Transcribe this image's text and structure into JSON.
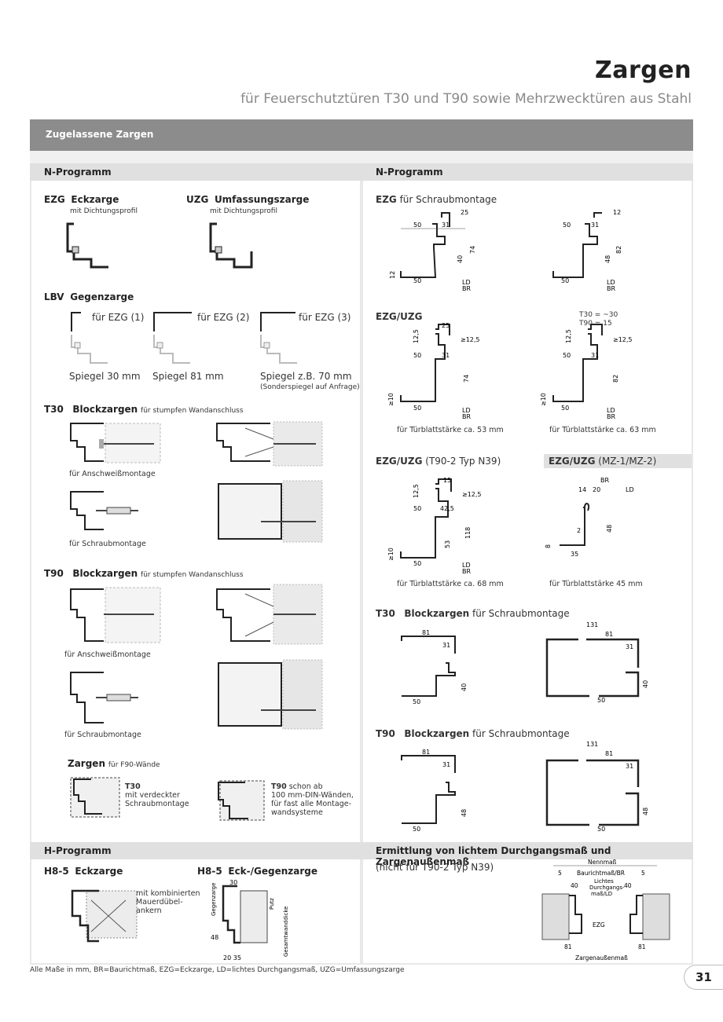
{
  "header": {
    "title": "Zargen",
    "subtitle": "für Feuerschutztüren T30 und T90 sowie Mehrzwecktüren aus Stahl"
  },
  "banner": "Zugelassene Zargen",
  "left": {
    "head": "N-Programm",
    "ezg": {
      "code": "EZG",
      "name": "Eckzarge",
      "note": "mit Dichtungsprofil"
    },
    "uzg": {
      "code": "UZG",
      "name": "Umfassungszarge",
      "note": "mit Dichtungsprofil"
    },
    "lbv": {
      "code": "LBV",
      "name": "Gegenzarge"
    },
    "lbv_items": [
      {
        "fuer": "für EZG (1)",
        "spiegel": "Spiegel 30 mm"
      },
      {
        "fuer": "für EZG (2)",
        "spiegel": "Spiegel 81 mm"
      },
      {
        "fuer": "für EZG (3)",
        "spiegel": "Spiegel z.B. 70 mm"
      }
    ],
    "sonderspiegel": "(Sonderspiegel auf Anfrage)",
    "t30": {
      "code": "T30",
      "name": "Blockzargen",
      "note": "für stumpfen Wandanschluss"
    },
    "t30_caps": [
      "für Anschweißmontage",
      "für Schraubmontage"
    ],
    "t90": {
      "code": "T90",
      "name": "Blockzargen",
      "note": "für stumpfen Wandanschluss"
    },
    "t90_caps": [
      "für Anschweißmontage",
      "für Schraubmontage"
    ],
    "f90": {
      "name": "Zargen",
      "note": "für F90-Wände"
    },
    "f90_t30": {
      "code": "T30",
      "l1": "mit verdeckter",
      "l2": "Schraubmontage"
    },
    "f90_t90": {
      "code": "T90",
      "after": "schon ab",
      "l1": "100 mm-DIN-Wänden,",
      "l2": "für fast alle Montage-",
      "l3": "wandsysteme"
    },
    "hhead": "H-Programm",
    "h85a": {
      "code": "H8-5",
      "name": "Eckzarge",
      "l1": "mit kombinierten",
      "l2": "Mauerdübel-",
      "l3": "ankern"
    },
    "h85b": {
      "code": "H8-5",
      "name": "Eck-/Gegenzarge"
    }
  },
  "right": {
    "head": "N-Programm",
    "ezg": {
      "code": "EZG",
      "note": "für Schraubmontage"
    },
    "ezg_uzg": {
      "code": "EZG/UZG"
    },
    "ezg_uzg_caps": [
      "für Türblattstärke ca. 53 mm",
      "für Türblattstärke ca. 63 mm"
    ],
    "ezg_t90": {
      "code": "EZG/UZG",
      "note": "(T90-2 Typ N39)"
    },
    "ezg_mz": {
      "code": "EZG/UZG",
      "note": "(MZ-1/MZ-2)"
    },
    "ezg_t90_caps": [
      "für Türblattstärke ca. 68 mm",
      "für Türblattstärke 45 mm"
    ],
    "t30": {
      "code": "T30",
      "name": "Blockzargen",
      "note": "für Schraubmontage"
    },
    "t90": {
      "code": "T90",
      "name": "Blockzargen",
      "note": "für Schraubmontage"
    },
    "ermittlung_head": "Ermittlung von lichtem Durchgangsmaß und Zargenaußenmaß",
    "ermittlung_note": "(nicht für T90-2 Typ N39)"
  },
  "dims": {
    "d25": "25",
    "d12": "12",
    "d50": "50",
    "d31": "31",
    "d40": "40",
    "d74": "74",
    "d48": "48",
    "d82": "82",
    "ld": "LD",
    "br": "BR",
    "d12_5": "12,5",
    "ge12_5": "≥12,5",
    "ge10": "≥10",
    "t30m": "T30 = ~30",
    "t90m": "T90 = 15",
    "d15": "15",
    "d42_5": "42,5",
    "d53": "53",
    "d118": "118",
    "d14": "14",
    "d20": "20",
    "d2": "2",
    "d8": "8",
    "d35": "35",
    "d81": "81",
    "d131": "131",
    "d30": "30",
    "d5": "5",
    "nennmass": "Nennmaß",
    "baurichtmass": "Baurichtmaß/BR",
    "lichtes1": "Lichtes",
    "lichtes2": "Durchgangs-",
    "lichtes3": "maß/LD",
    "ezg": "EZG",
    "zargenaussen": "Zargenaußenmaß",
    "gegenzarge": "Gegenzarge",
    "putz": "Putz",
    "gesamtwand": "Gesamtwanddicke"
  },
  "footer": "Alle Maße in mm, BR=Baurichtmaß, EZG=Eckzarge, LD=lichtes Durchgangsmaß, UZG=Umfassungszarge",
  "page": "31"
}
